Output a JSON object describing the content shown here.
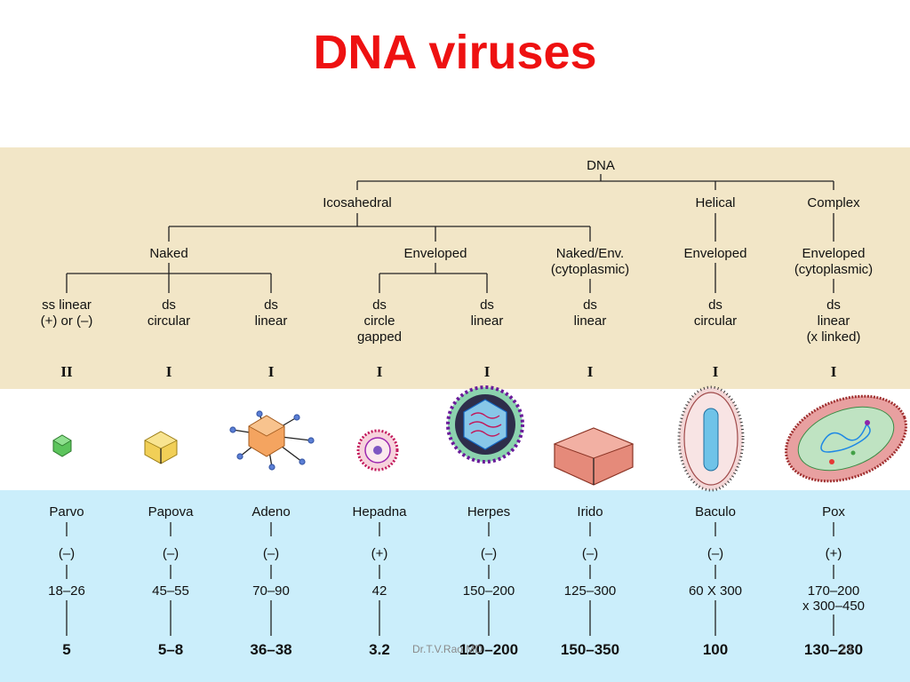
{
  "slide": {
    "title": "DNA viruses",
    "footer": "Dr.T.V.Rao MD",
    "slide_number": "24"
  },
  "tree": {
    "root": "DNA",
    "symmetry": [
      "Icosahedral",
      "Helical",
      "Complex"
    ],
    "envelope": [
      "Naked",
      "Enveloped",
      "Naked/Env.",
      "(cytoplasmic)",
      "Enveloped",
      "Enveloped",
      "(cytoplasmic)"
    ],
    "genome": [
      [
        "ss linear",
        "(+) or (–)"
      ],
      [
        "ds",
        "circular"
      ],
      [
        "ds",
        "linear"
      ],
      [
        "ds",
        "circle",
        "gapped"
      ],
      [
        "ds",
        "linear"
      ],
      [
        "ds",
        "linear"
      ],
      [
        "ds",
        "circular"
      ],
      [
        "ds",
        "linear",
        "(x linked)"
      ]
    ],
    "class": [
      "II",
      "I",
      "I",
      "I",
      "I",
      "I",
      "I",
      "I"
    ]
  },
  "families": [
    {
      "name": "Parvo",
      "polarity": "(–)",
      "size": "18–26",
      "kbp": "5"
    },
    {
      "name": "Papova",
      "polarity": "(–)",
      "size": "45–55",
      "kbp": "5–8"
    },
    {
      "name": "Adeno",
      "polarity": "(–)",
      "size": "70–90",
      "kbp": "36–38"
    },
    {
      "name": "Hepadna",
      "polarity": "(+)",
      "size": "42",
      "kbp": "3.2"
    },
    {
      "name": "Herpes",
      "polarity": "(–)",
      "size": "150–200",
      "kbp": "120–200"
    },
    {
      "name": "Irido",
      "polarity": "(–)",
      "size": "125–300",
      "kbp": "150–350"
    },
    {
      "name": "Baculo",
      "polarity": "(–)",
      "size": "60 X 300",
      "kbp": "100"
    },
    {
      "name": "Pox",
      "polarity": "(+)",
      "size": "170–200",
      "size2": "x 300–450",
      "kbp": "130–280"
    }
  ]
}
